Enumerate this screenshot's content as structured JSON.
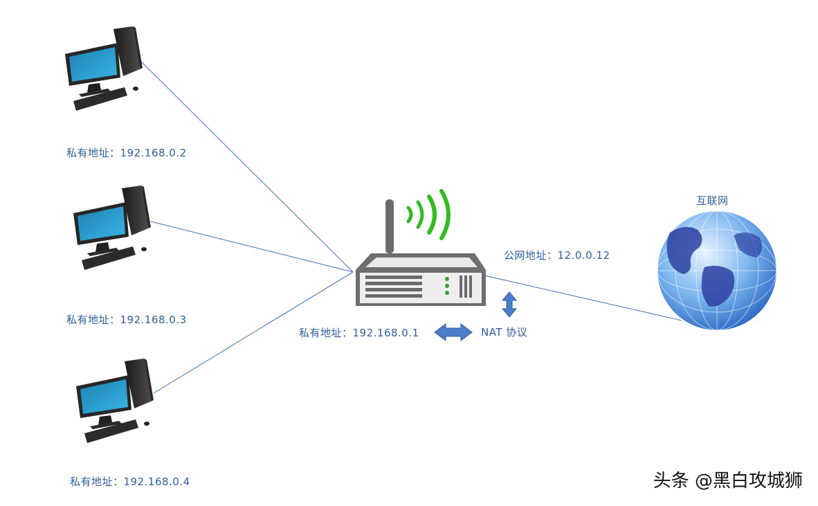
{
  "hosts": [
    {
      "label": "私有地址：192.168.0.2"
    },
    {
      "label": "私有地址：192.168.0.3"
    },
    {
      "label": "私有地址：192.168.0.4"
    }
  ],
  "router": {
    "private_label": "私有地址：192.168.0.1",
    "public_label": "公网地址：12.0.0.12",
    "protocol_label": "NAT 协议"
  },
  "internet": {
    "label": "互联网"
  },
  "watermark": "头条 @黑白攻城狮",
  "colors": {
    "label_text": "#2f5d9a",
    "link_line": "#3b6cb5",
    "arrow_fill": "#4a7ec9",
    "wifi_wave": "#33bb22",
    "monitor_screen": "#2a9fd0"
  },
  "icons": [
    "computer-icon",
    "router-icon",
    "wifi-signal-icon",
    "globe-icon",
    "double-arrow-icon"
  ]
}
